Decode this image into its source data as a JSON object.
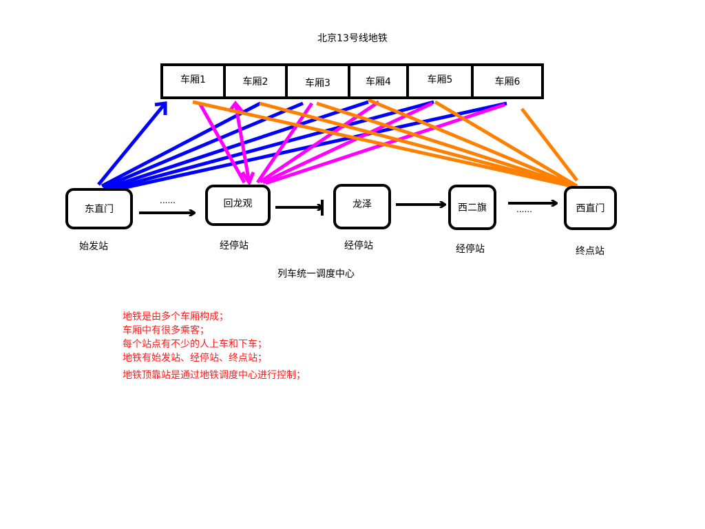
{
  "title": "北京13号线地铁",
  "cars": [
    {
      "label": "车厢1"
    },
    {
      "label": "车厢2"
    },
    {
      "label": "车厢3"
    },
    {
      "label": "车厢4"
    },
    {
      "label": "车厢5"
    },
    {
      "label": "车厢6"
    }
  ],
  "stations": [
    {
      "name": "东直门",
      "type": "始发站"
    },
    {
      "name": "回龙观",
      "type": "经停站"
    },
    {
      "name": "龙泽",
      "type": "经停站"
    },
    {
      "name": "西二旗",
      "type": "经停站"
    },
    {
      "name": "西直门",
      "type": "终点站"
    }
  ],
  "ellipsis": "......",
  "dispatch_center": "列车统一调度中心",
  "notes": [
    "地铁是由多个车厢构成；",
    "车厢中有很多乘客；",
    "每个站点有不少的人上车和下车；",
    "地铁有始发站、经停站、终点站；",
    "地铁顶靠站是通过地铁调度中心进行控制；"
  ],
  "colors": {
    "start_station_links": "#0000ff",
    "stop_station_links": "#ff00ff",
    "end_station_links": "#ff8000",
    "notes_text": "#ff1a1a"
  }
}
